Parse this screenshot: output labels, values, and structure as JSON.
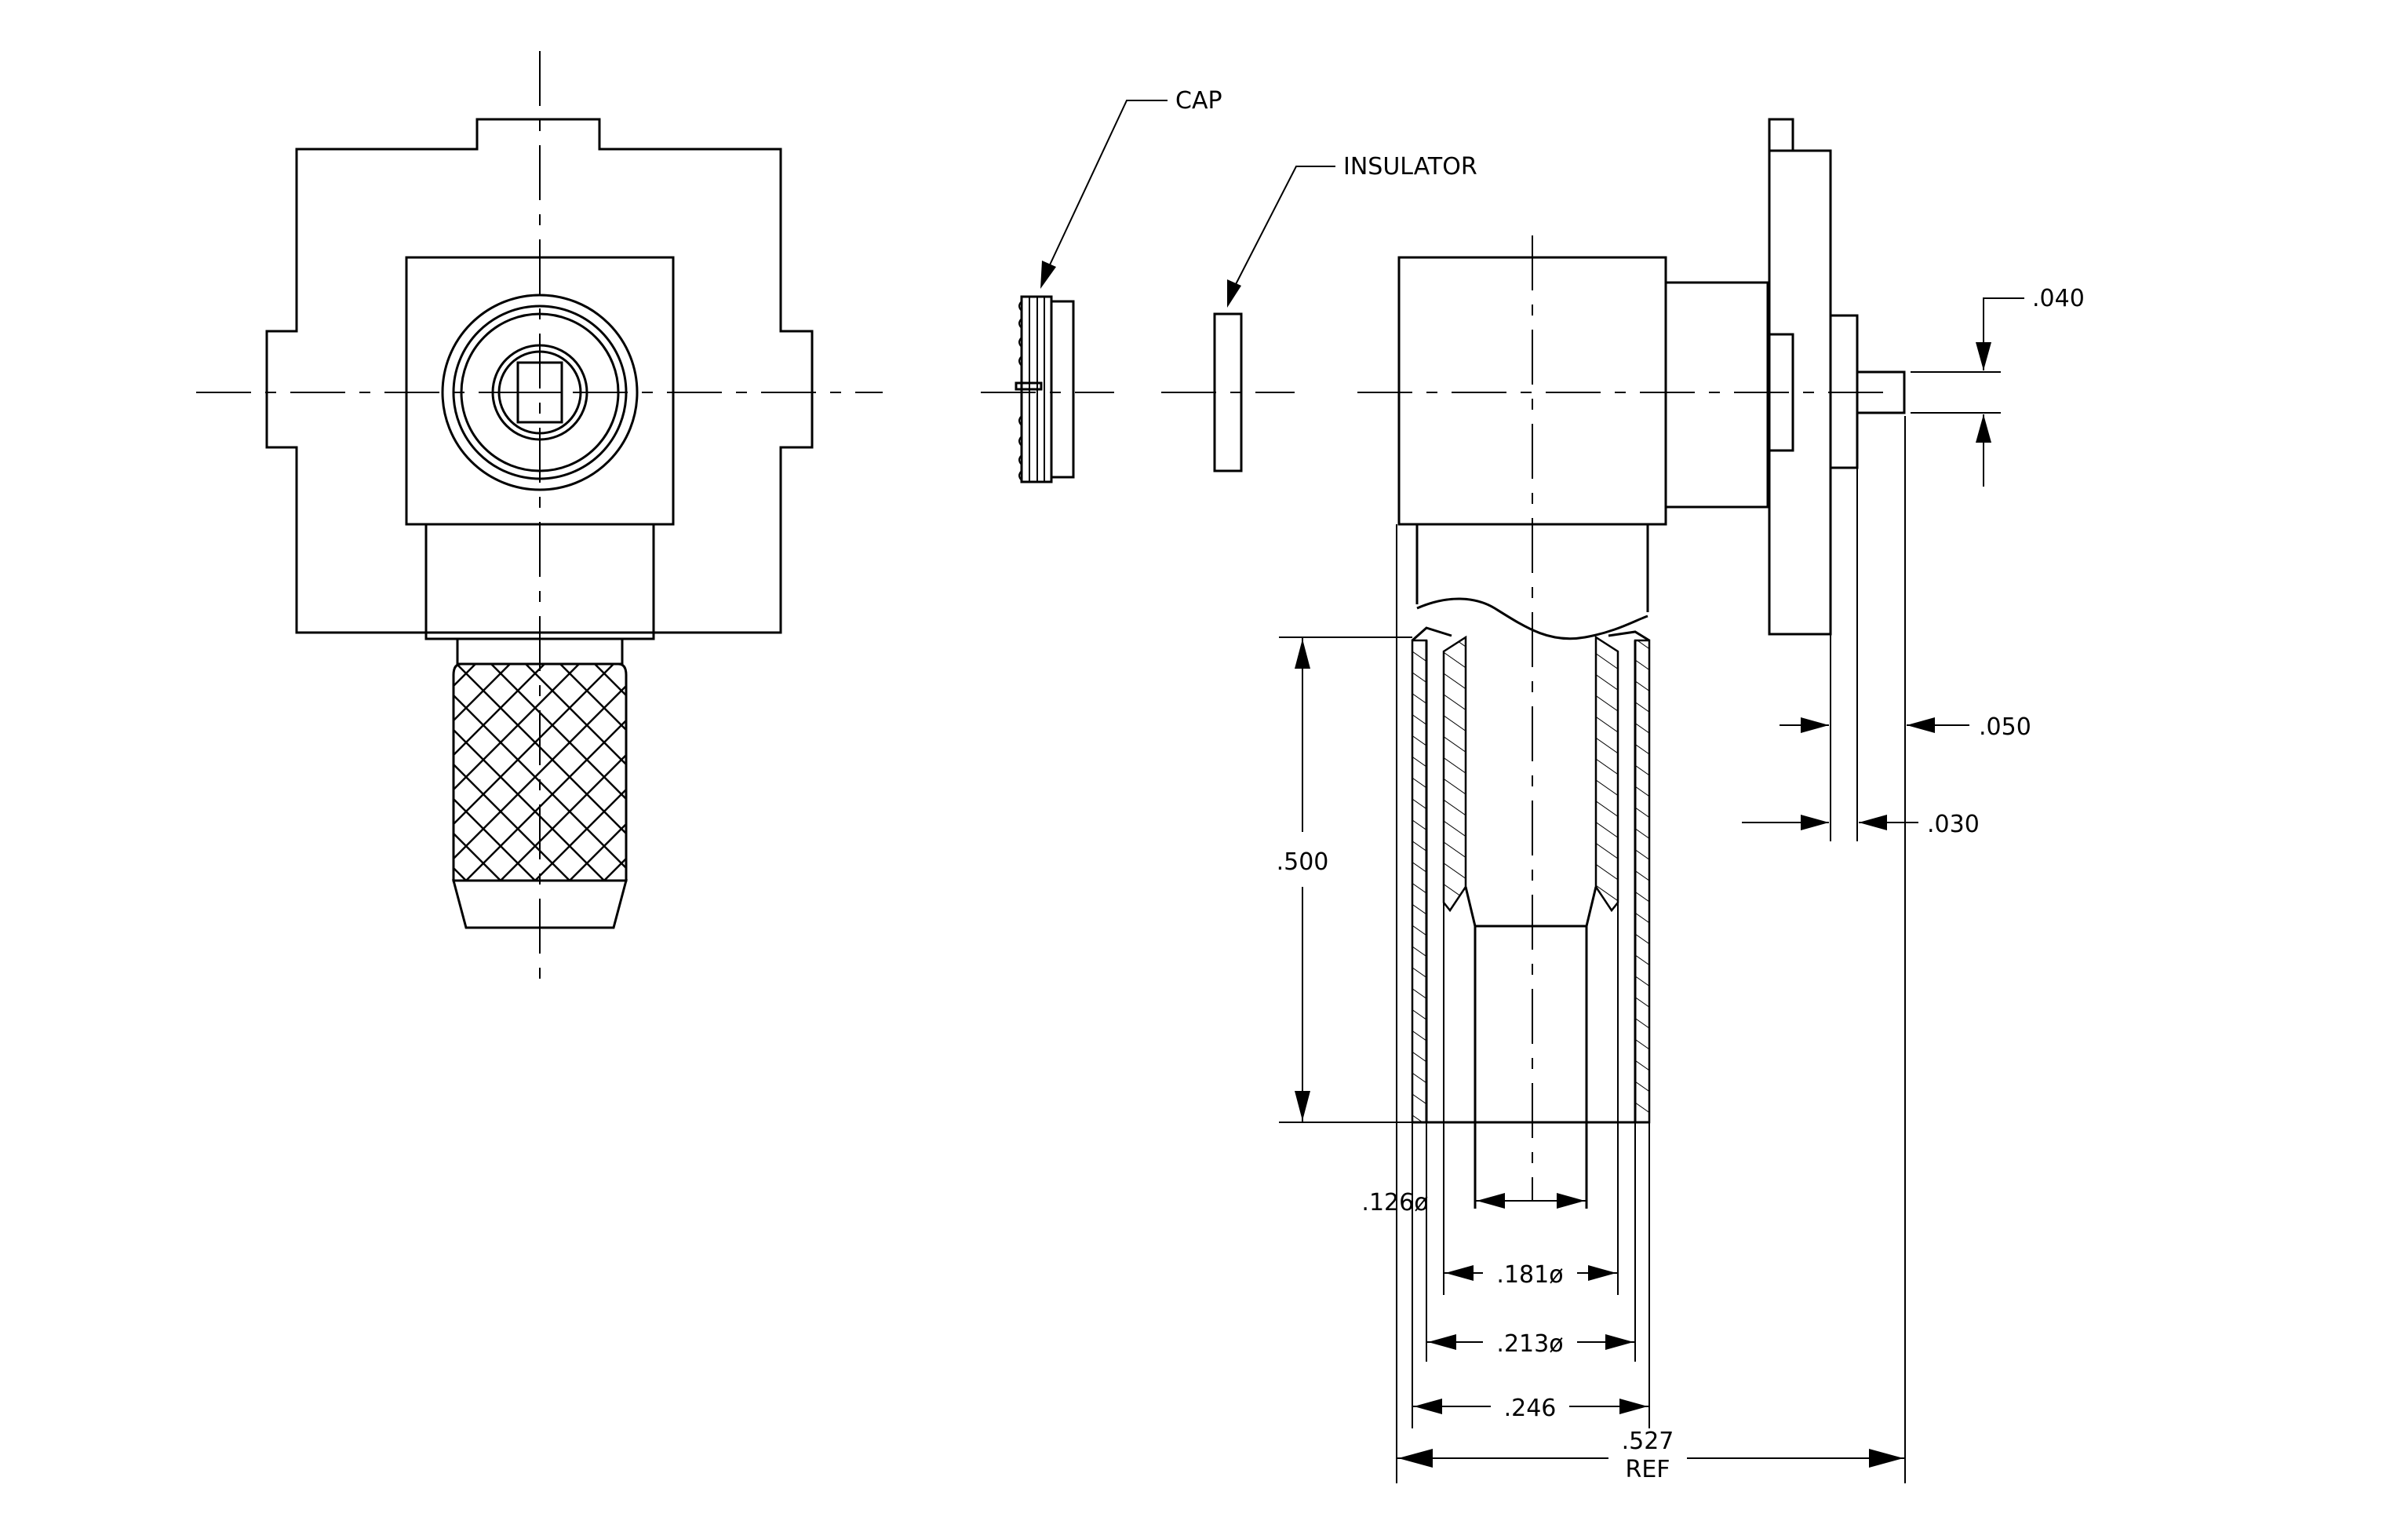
{
  "labels": {
    "cap": "CAP",
    "insulator": "INSULATOR"
  },
  "dimensions": {
    "d040": ".040",
    "d050": ".050",
    "d030": ".030",
    "d500": ".500",
    "d126": ".126ø",
    "d181": ".181ø",
    "d213": ".213ø",
    "d246": ".246",
    "d527": ".527",
    "ref": "REF"
  }
}
